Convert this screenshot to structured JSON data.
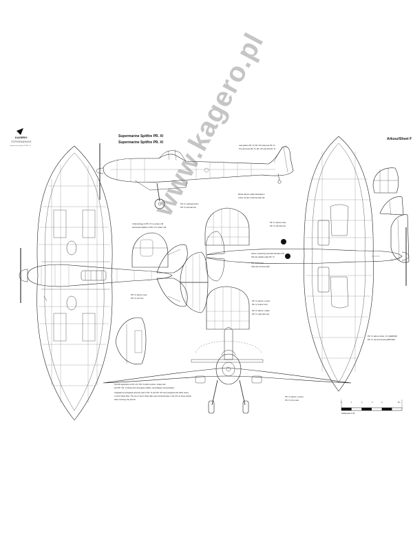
{
  "brand": {
    "logo": "KAGERO",
    "name": "TOPDRAWINGS",
    "subtitle": "Supermarine Spitfire PR Mk. XI"
  },
  "titles": {
    "line1": "Supermarine Spitfire PR. XI",
    "line2": "Supermarine Spitfire PR. XI"
  },
  "sheet_label": "Arkusz/Sheet F",
  "watermark": "www.kagero.pl",
  "scale_label": "Skala/scale 1:48",
  "scale_ticks": [
    "0",
    "1",
    "2",
    "3",
    "4",
    "5m"
  ],
  "notes": {
    "side_top_a": "Late pattern PR. XI, PR. XIX antennas PR. XI",
    "side_top_b": "The tail cones PR. XI, PR. XIX pannels PR. XI",
    "fin_note_a": "Whole aileron rudder illustrated in",
    "fin_note_b": "a blue number of the thematic tail",
    "wing_note_a": "PR. XI, outboard doors",
    "wing_note_b": "PR. XI, left side foot",
    "detail_a": "Undercarriage of PR. XI in a scale 1:48",
    "detail_b": "Horizontal stabilizer of PR. XI in scale 1:48",
    "tailplane_a": "PR. XI, aileron circle",
    "tailplane_b": "PR. XI, left side foot",
    "lower_tail_a": "Aileron underwing extended elevation PR.",
    "lower_tail_b": "Tail rear radiator edge PR. XI",
    "lower_tail_c": "Tail stabilization",
    "lower_tail_d": "right side annexed light",
    "top_view_a": "PR. XI, aileron cycle",
    "top_view_b": "PR. XI, top front",
    "rudder_a": "PR. XI, aileron, control",
    "rudder_b": "PR. XI, bottom front",
    "rudder_c": "PR. XI, aileron, rudder",
    "rudder_d": "PR. XI, right side view",
    "bottom_right_a": "PR. XI, aileron wheel, 1/1 (GERMAN)",
    "bottom_right_b": "PR. XI, camera housing (BRITISH)",
    "front_a": "PR. XI, aileron, counter",
    "front_b": "PR. XI, front view",
    "bottom_left_a": "Aircraft registration to PR. XIX, PR. XI cabin number / shape with",
    "bottom_left_b": "and PR. XIX, in fittings with wing glass, baffles, camouflaged, pressurisation.",
    "bottom_left_c": "Originally the elongated airscoop used in PR. XI and PR. XIX were equipped with either heavy",
    "bottom_left_d": "or short Vokes filter. The use of 'short' Vokes filter was introduced later in the XIX on these aircraft",
    "bottom_left_e": "when covering only shorter."
  }
}
